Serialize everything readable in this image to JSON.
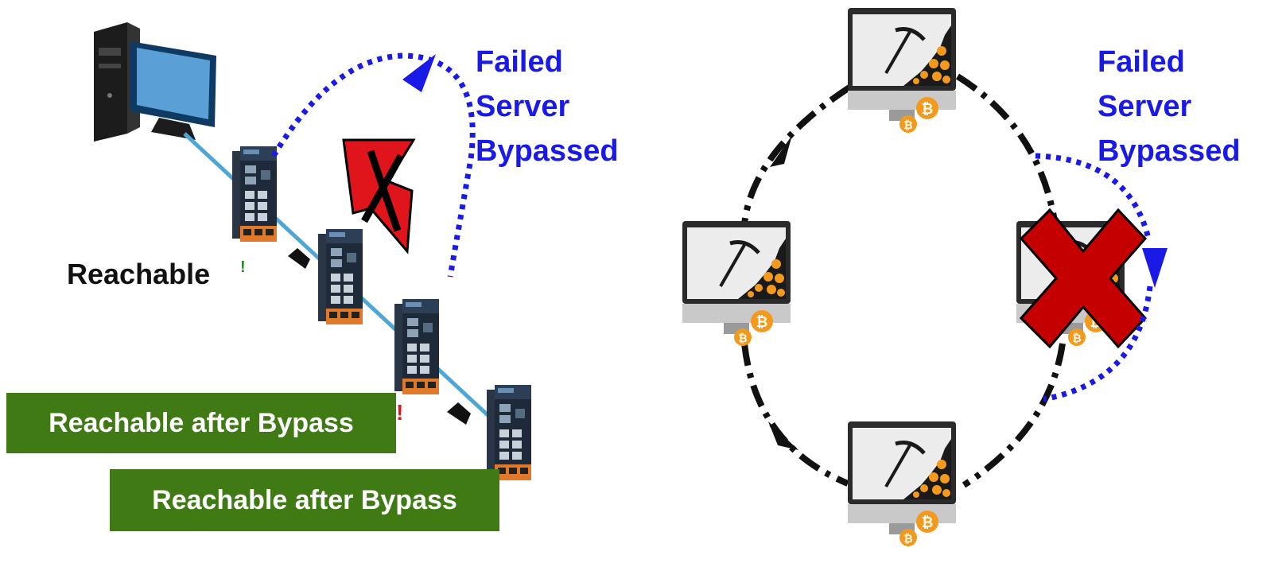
{
  "left": {
    "failed_label": [
      "Failed",
      "Server",
      "Bypassed"
    ],
    "reachable_label": "Reachable",
    "bypass_label_1": "Reachable after Bypass",
    "bypass_label_2": "Reachable after Bypass",
    "icons": [
      "desktop-computer-icon",
      "network-switch-icon",
      "lightning-fault-icon"
    ],
    "colors": {
      "cable": "#4ea6d6",
      "bypass_arrow": "#1a1ae6",
      "box": "#3f7a14",
      "fault": "#e0141b"
    }
  },
  "right": {
    "failed_label": [
      "Failed",
      "Server",
      "Bypassed"
    ],
    "icons": [
      "mining-monitor-icon",
      "pickaxe-icon",
      "bitcoin-icon",
      "red-x-icon"
    ],
    "colors": {
      "ring": "#111111",
      "bypass_arrow": "#1a1ae6",
      "x": "#c40000",
      "coin": "#f39a1e"
    }
  }
}
